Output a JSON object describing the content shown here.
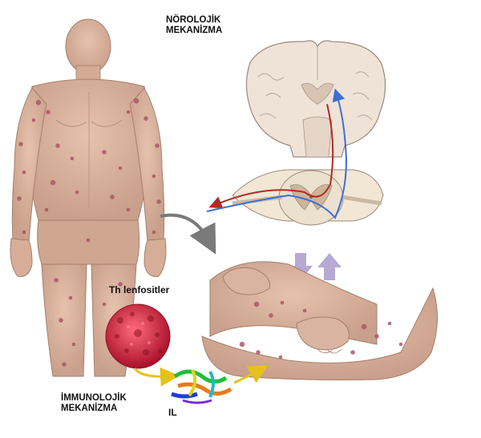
{
  "labels": {
    "neurological_line1": "NÖROLOJİK",
    "neurological_line2": "MEKANİZMA",
    "immunological_line1": "İMMUNOLOJİK",
    "immunological_line2": "MEKANİZMA",
    "th_lymphocytes": "Th lenfositler",
    "il": "IL"
  },
  "colors": {
    "skin": "#d9b29c",
    "skin_shadow": "#c49884",
    "lesion": "#b0586a",
    "brain": "#efe3d8",
    "grey_matter": "#cdb49a",
    "nerve_red": "#b32a20",
    "nerve_blue": "#3d6fd6",
    "updown_arrows": "#b6a9d3",
    "th_cell": "#d0223e",
    "yellow_arrow": "#e4c21a"
  },
  "icons": {
    "curved_arrow": "curved-arrow-icon",
    "down_arrow": "down-arrow-icon",
    "up_arrow": "up-arrow-icon"
  }
}
